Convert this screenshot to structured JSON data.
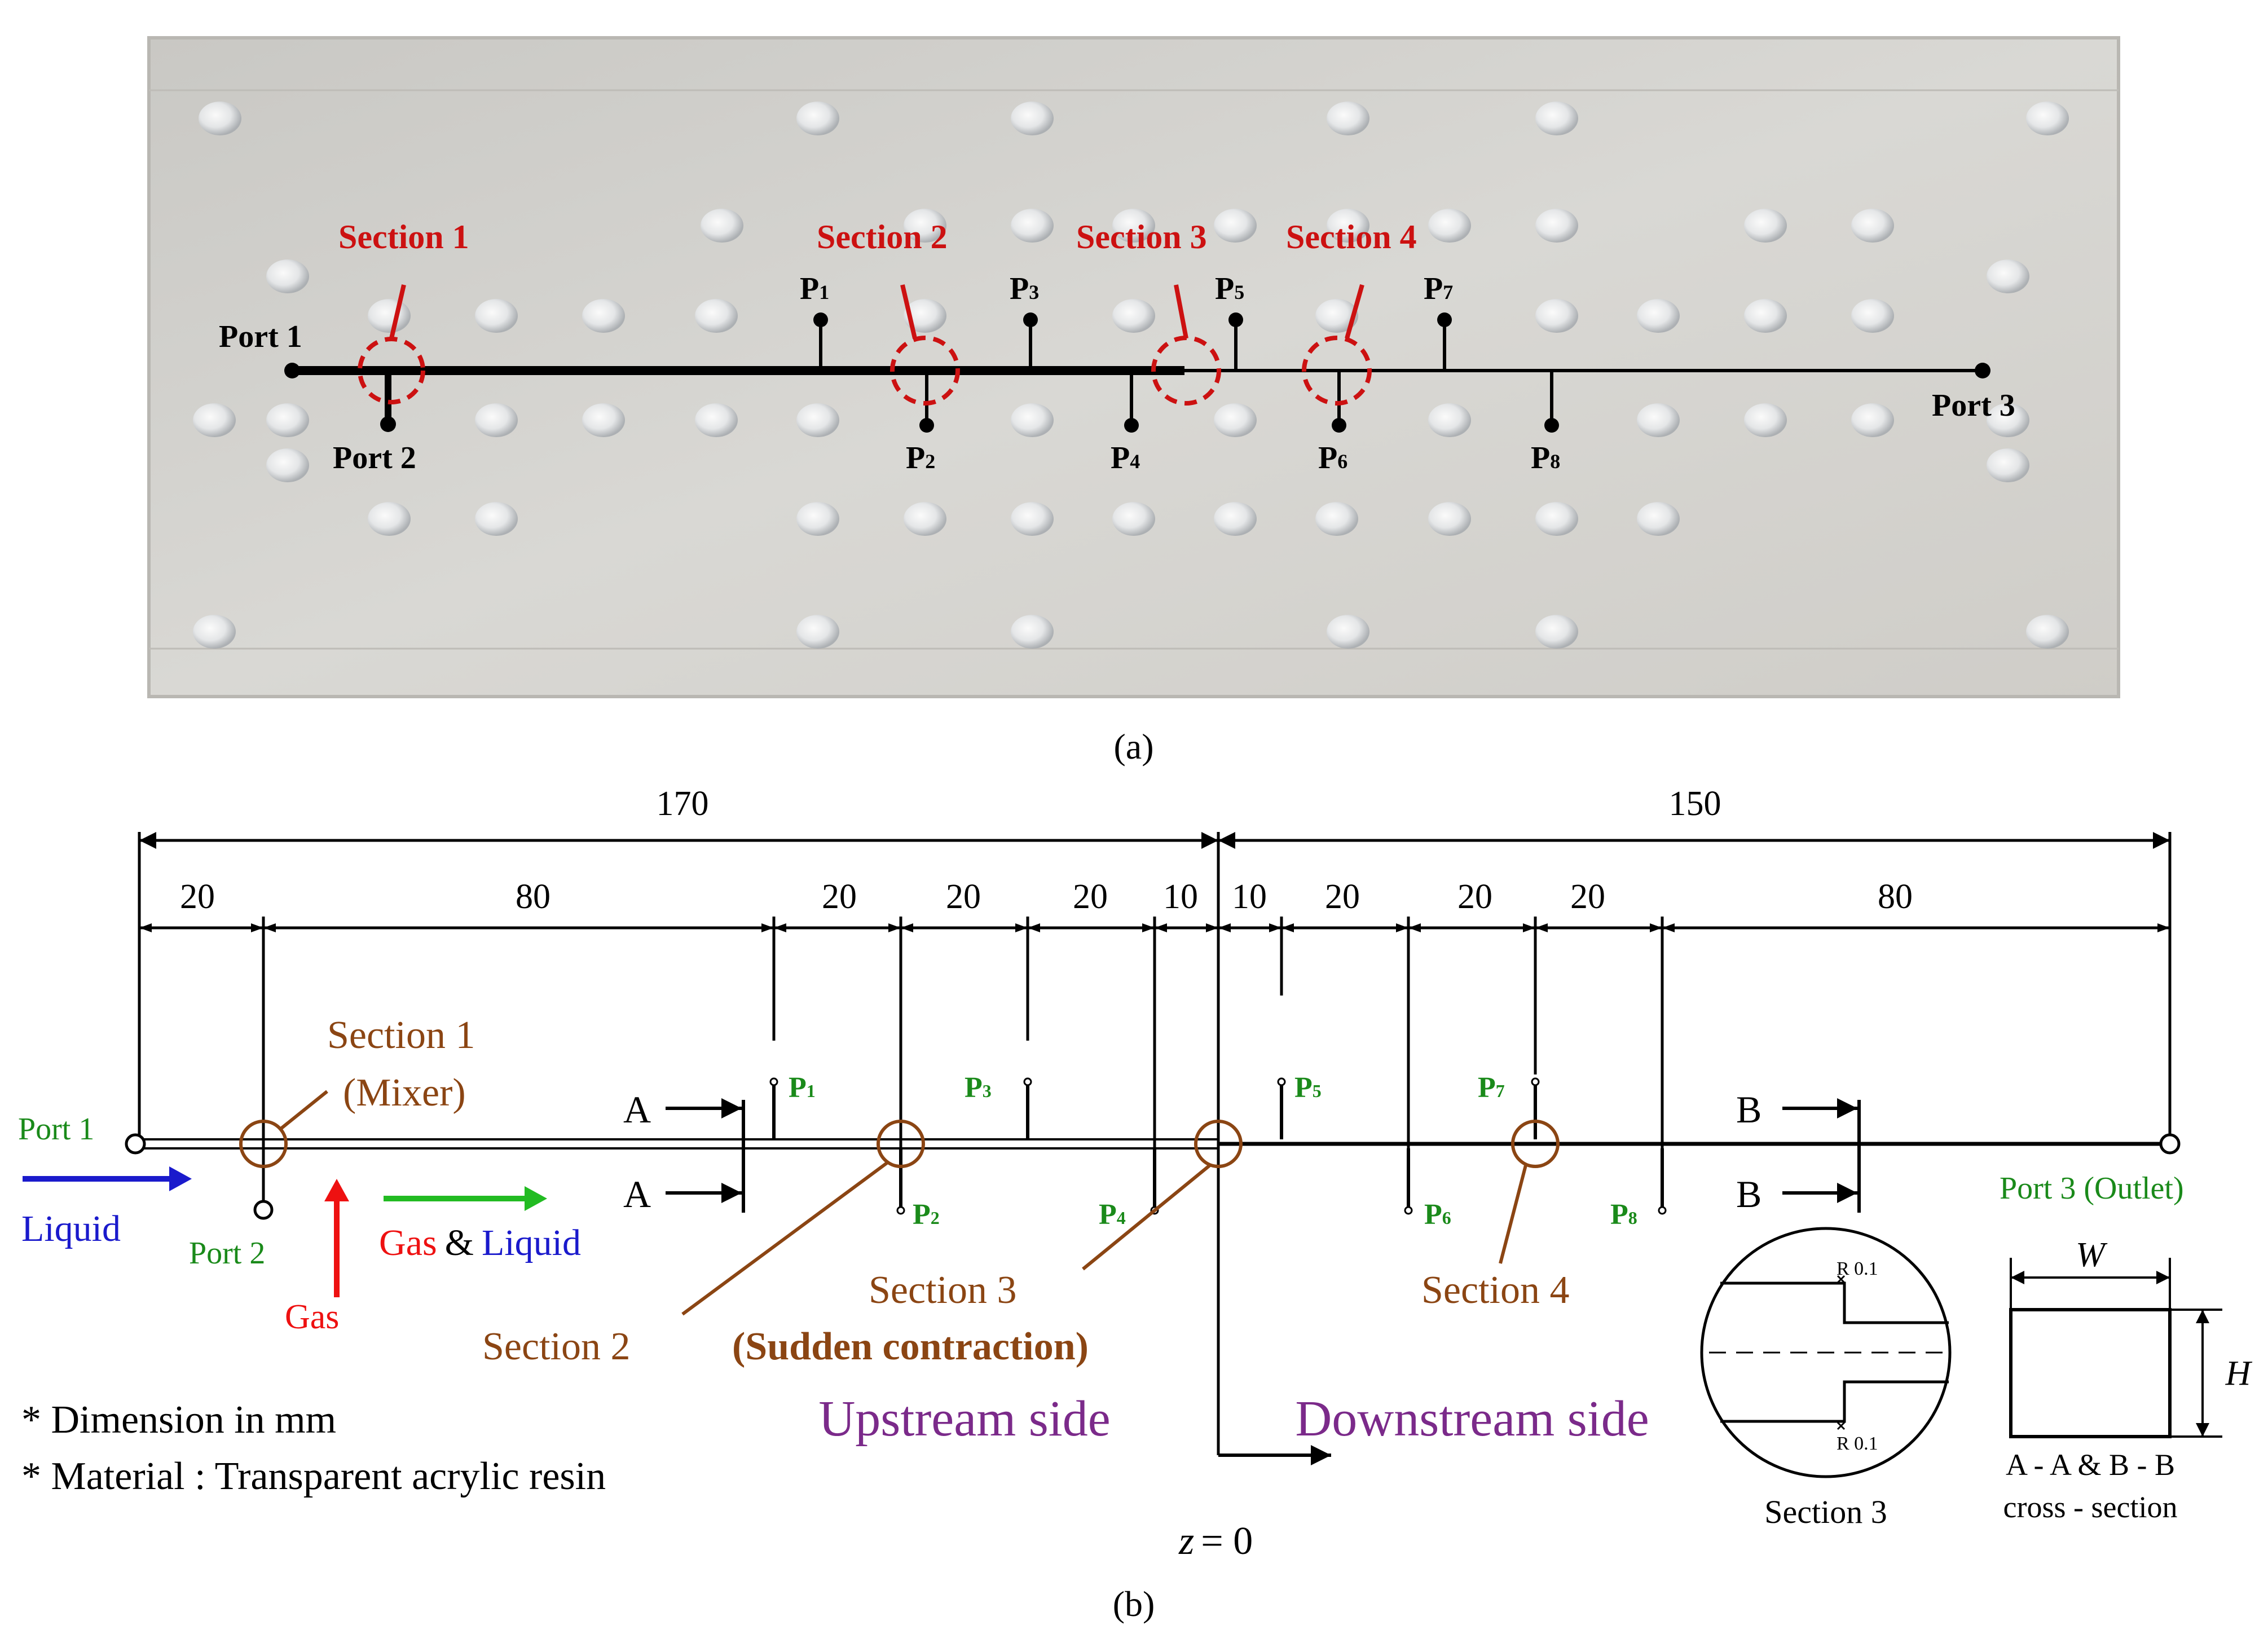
{
  "panel_a": {
    "caption": "(a)",
    "sections": [
      {
        "label": "Section 1"
      },
      {
        "label": "Section 2"
      },
      {
        "label": "Section 3"
      },
      {
        "label": "Section 4"
      }
    ],
    "ports": {
      "port1": "Port 1",
      "port2": "Port 2",
      "port3": "Port 3"
    },
    "taps": {
      "p1": "P",
      "p2": "P",
      "p3": "P",
      "p4": "P",
      "p5": "P",
      "p6": "P",
      "p7": "P",
      "p8": "P"
    },
    "tap_subscripts": {
      "p1": "1",
      "p2": "2",
      "p3": "3",
      "p4": "4",
      "p5": "5",
      "p6": "6",
      "p7": "7",
      "p8": "8"
    }
  },
  "panel_b": {
    "caption": "(b)",
    "dims": {
      "total_up": "170",
      "total_down": "150",
      "d1": "20",
      "d2": "80",
      "d3": "20",
      "d4": "20",
      "d5": "20",
      "d6": "10",
      "d7": "10",
      "d8": "20",
      "d9": "20",
      "d10": "20",
      "d11": "80"
    },
    "labels": {
      "section1_a": "Section 1",
      "section1_b": "(Mixer)",
      "section2": "Section 2",
      "section3_a": "Section 3",
      "section3_b": "(Sudden contraction)",
      "section4": "Section 4",
      "port1": "Port 1",
      "port2": "Port 2",
      "port3": "Port 3 (Outlet)",
      "liquid": "Liquid",
      "gas": "Gas",
      "gas_word": "Gas",
      "amp": "&",
      "liquid_word": "Liquid",
      "cut_a": "A",
      "cut_b": "B",
      "upstream": "Upstream side",
      "downstream": "Downstream side",
      "z_axis": "z",
      "z_eq": "= 0",
      "note1": "* Dimension in mm",
      "note2": "* Material : Transparent acrylic resin",
      "detail_r1": "R 0.1",
      "detail_r2": "R 0.1",
      "detail_title": "Section 3",
      "xs_w": "W",
      "xs_h": "H",
      "xs_title1": "A - A & B - B",
      "xs_title2": "cross - section"
    },
    "taps": {
      "p": "P",
      "s1": "1",
      "s2": "2",
      "s3": "3",
      "s4": "4",
      "s5": "5",
      "s6": "6",
      "s7": "7",
      "s8": "8"
    }
  },
  "colors": {
    "section_red": "#cc1111",
    "green": "#1a8a1a",
    "brown": "#8b4513",
    "purple": "#7b2a8a",
    "blue": "#1a1acc",
    "red_arrow": "#ee1111"
  }
}
